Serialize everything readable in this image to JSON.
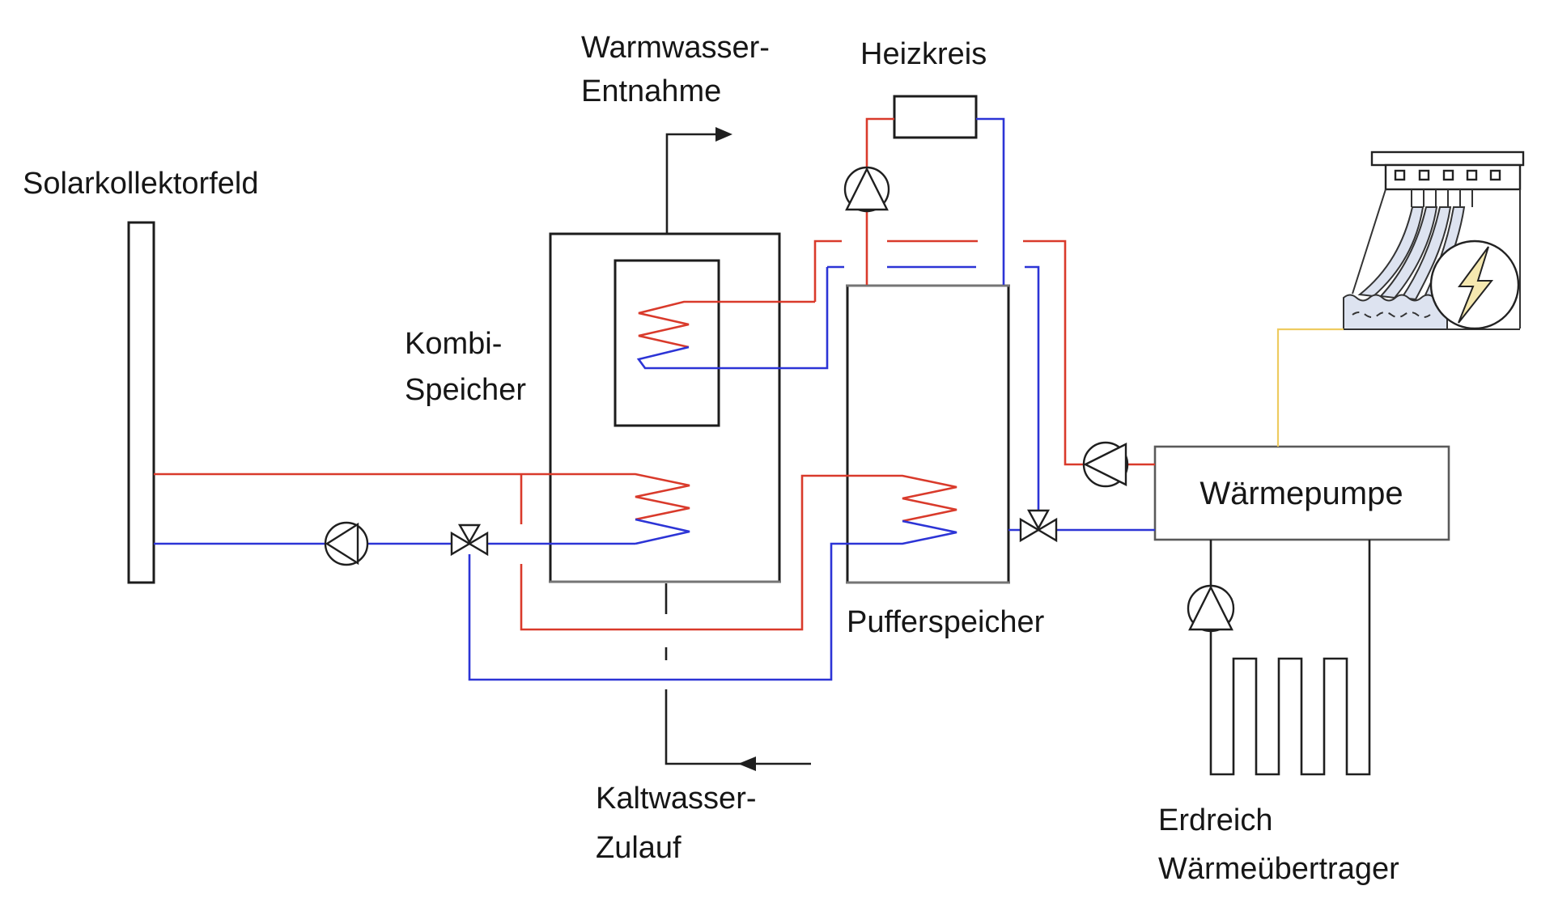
{
  "labels": {
    "solar_collector_field": "Solarkollektorfeld",
    "hot_water_line1": "Warmwasser-",
    "hot_water_line2": "Entnahme",
    "heating_circuit": "Heizkreis",
    "combi_storage_line1": "Kombi-",
    "combi_storage_line2": "Speicher",
    "buffer_storage": "Pufferspeicher",
    "cold_water_line1": "Kaltwasser-",
    "cold_water_line2": "Zulauf",
    "heat_pump": "Wärmepumpe",
    "ground_hx_line1": "Erdreich",
    "ground_hx_line2": "Wärmeübertrager"
  },
  "colors": {
    "hot_pipe": "#d93a2b",
    "cold_pipe": "#2c34d6",
    "black_pipe": "#1f1f1f",
    "electric_line": "#eecb60",
    "water_fill": "#dde3f0",
    "bolt_fill": "#f5e8b0",
    "text": "#161616"
  },
  "icons": {
    "pump": "circle-with-flow-triangle",
    "three_way_valve": "bowtie-with-top-triangle",
    "hydro_plant": "dam-with-lightning-circle",
    "flow_arrow_right": "right-arrow",
    "flow_arrow_left": "left-arrow"
  }
}
